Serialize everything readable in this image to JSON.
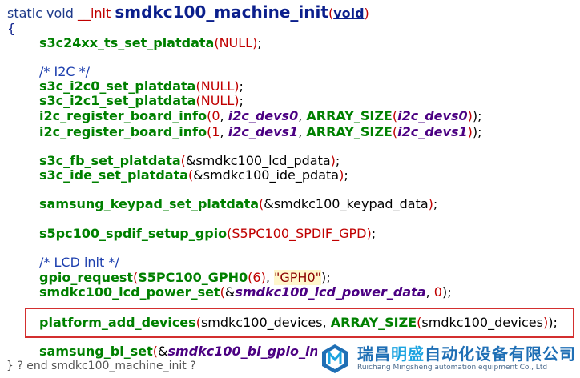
{
  "signature": {
    "prefix": "static void ",
    "init": "__init",
    "name": "smdkc100_machine_init",
    "paren_open": "(",
    "void": "void",
    "paren_close": ")"
  },
  "open_brace": "{",
  "lines": {
    "ts": {
      "fn": "s3c24xx_ts_set_platdata",
      "args": "NULL",
      "end": ";"
    },
    "comment_i2c": "/* I2C */",
    "i2c0": {
      "fn": "s3c_i2c0_set_platdata",
      "args": "NULL",
      "end": ";"
    },
    "i2c1": {
      "fn": "s3c_i2c1_set_platdata",
      "args": "NULL",
      "end": ";"
    },
    "reg0": {
      "fn": "i2c_register_board_info",
      "num": "0",
      "var": "i2c_devs0",
      "macro": "ARRAY_SIZE",
      "var2": "i2c_devs0",
      "end": ");"
    },
    "reg1": {
      "fn": "i2c_register_board_info",
      "num": "1",
      "var": "i2c_devs1",
      "macro": "ARRAY_SIZE",
      "var2": "i2c_devs1",
      "end": ");"
    },
    "fb": {
      "fn": "s3c_fb_set_platdata",
      "args": "&smdkc100_lcd_pdata",
      "end": ";"
    },
    "ide": {
      "fn": "s3c_ide_set_platdata",
      "args": "&smdkc100_ide_pdata",
      "end": ";"
    },
    "keypad": {
      "fn": "samsung_keypad_set_platdata",
      "args": "&smdkc100_keypad_data",
      "end": ";"
    },
    "spdif": {
      "fn": "s5pc100_spdif_setup_gpio",
      "args": "S5PC100_SPDIF_GPD",
      "end": ";"
    },
    "comment_lcd": "/* LCD init */",
    "gpio": {
      "fn": "gpio_request",
      "macro": "S5PC100_GPH0",
      "num": "6",
      "str": "\"GPH0\"",
      "end": ");"
    },
    "lcdpow": {
      "fn": "smdkc100_lcd_power_set",
      "var": "smdkc100_lcd_power_data",
      "num": "0",
      "end": ");"
    },
    "platform": {
      "fn": "platform_add_devices",
      "args": "smdkc100_devices",
      "macro": "ARRAY_SIZE",
      "args2": "smdkc100_devices",
      "end": ");"
    },
    "bl": {
      "fn": "samsung_bl_set",
      "var": "smdkc100_bl_gpio_in"
    }
  },
  "footer": "} ?  end smdkc100_machine_init ?",
  "watermark": {
    "cn_a": "瑞昌",
    "cn_b": "明盛",
    "cn_c": "自动化设备有限公司",
    "en": "Ruichang Mingsheng automation equipment Co., Ltd"
  },
  "colors": {
    "function": "#008000",
    "keyword": "#0b1f8c",
    "literal": "#c00000",
    "highlight_border": "#d32f2f"
  }
}
